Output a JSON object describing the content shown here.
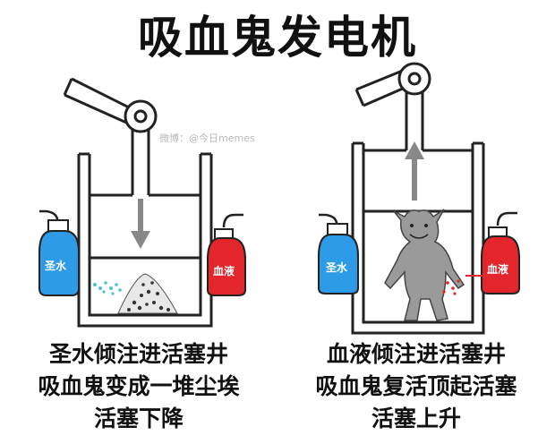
{
  "title": "吸血鬼发电机",
  "watermark": "微博：@今日memes",
  "left_panel": {
    "holy_water_label": "圣水",
    "blood_label": "血液",
    "caption_lines": [
      "圣水倾注进活塞井",
      "吸血鬼变成一堆尘埃",
      "活塞下降"
    ]
  },
  "right_panel": {
    "holy_water_label": "圣水",
    "blood_label": "血液",
    "caption_lines": [
      "血液倾注进活塞井",
      "吸血鬼复活顶起活塞",
      "活塞上升"
    ]
  },
  "colors": {
    "holy_water": "#2e9be6",
    "blood": "#e2262c",
    "arrow": "#888888",
    "vampire": "#9a9a9a",
    "dust": "#333333"
  },
  "icons": [
    "piston-arrow-down-icon",
    "piston-arrow-up-icon"
  ]
}
